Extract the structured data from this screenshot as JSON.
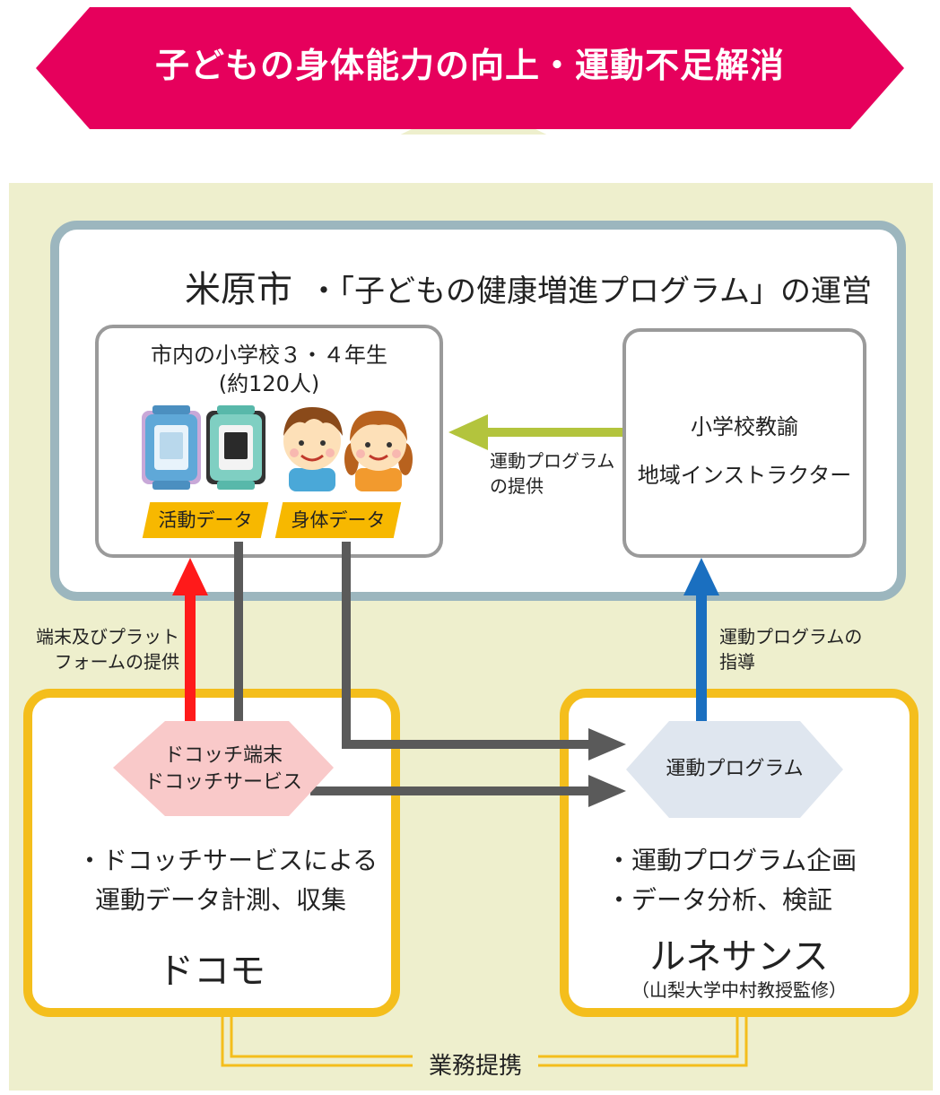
{
  "banner": {
    "title": "子どもの身体能力の向上・運動不足解消",
    "color": "#e6005c"
  },
  "city": {
    "name": "米原市",
    "role": "・「子どもの健康増進プログラム」の運営",
    "school": {
      "title_line1": "市内の小学校３・４年生",
      "title_line2": "(約120人)",
      "tag_activity": "活動データ",
      "tag_body": "身体データ"
    },
    "teacher": {
      "line1": "小学校教諭",
      "line2": "地域インストラクター"
    }
  },
  "labels": {
    "program_provide": "運動プログラム\nの提供",
    "device_provide_line1": "端末及びプラット",
    "device_provide_line2": "フォームの提供",
    "program_guidance_line1": "運動プログラムの",
    "program_guidance_line2": "指導"
  },
  "docomo": {
    "hex_line1": "ドコッチ端末",
    "hex_line2": "ドコッチサービス",
    "bullet_line1": "・ドコッチサービスによる",
    "bullet_line2": "運動データ計測、収集",
    "name": "ドコモ"
  },
  "renaissance": {
    "hex": "運動プログラム",
    "bullet_line1": "・運動プログラム企画",
    "bullet_line2": "・データ分析、検証",
    "name": "ルネサンス",
    "note": "（山梨大学中村教授監修）"
  },
  "partnership": "業務提携",
  "icons": [
    "smartwatch-blue-icon",
    "smartwatch-green-icon",
    "boy-face-icon",
    "girl-face-icon"
  ],
  "colors": {
    "panel": "#eeefcd",
    "city_border": "#9cb6be",
    "org_border": "#f4be1c",
    "tag": "#f7b800",
    "red_arrow": "#ff1a1a",
    "gray_arrow": "#5a5a5a",
    "blue_arrow": "#1a6fc0",
    "green_arrow": "#b3c43d",
    "docomo_hex": "#f9c9c9",
    "renaissance_hex": "#dfe6ef"
  }
}
